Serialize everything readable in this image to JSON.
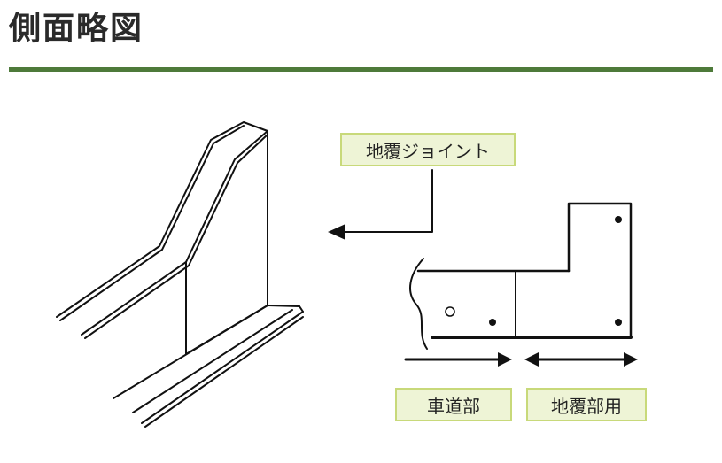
{
  "header": {
    "title": "側面略図",
    "rule_color": "#4e7a3a"
  },
  "labels": {
    "joint": "地覆ジョイント",
    "roadway": "車道部",
    "curb_use": "地覆部用"
  },
  "colors": {
    "label_bg": "#eef4d6",
    "label_border": "#c8d97a",
    "line": "#111111"
  }
}
